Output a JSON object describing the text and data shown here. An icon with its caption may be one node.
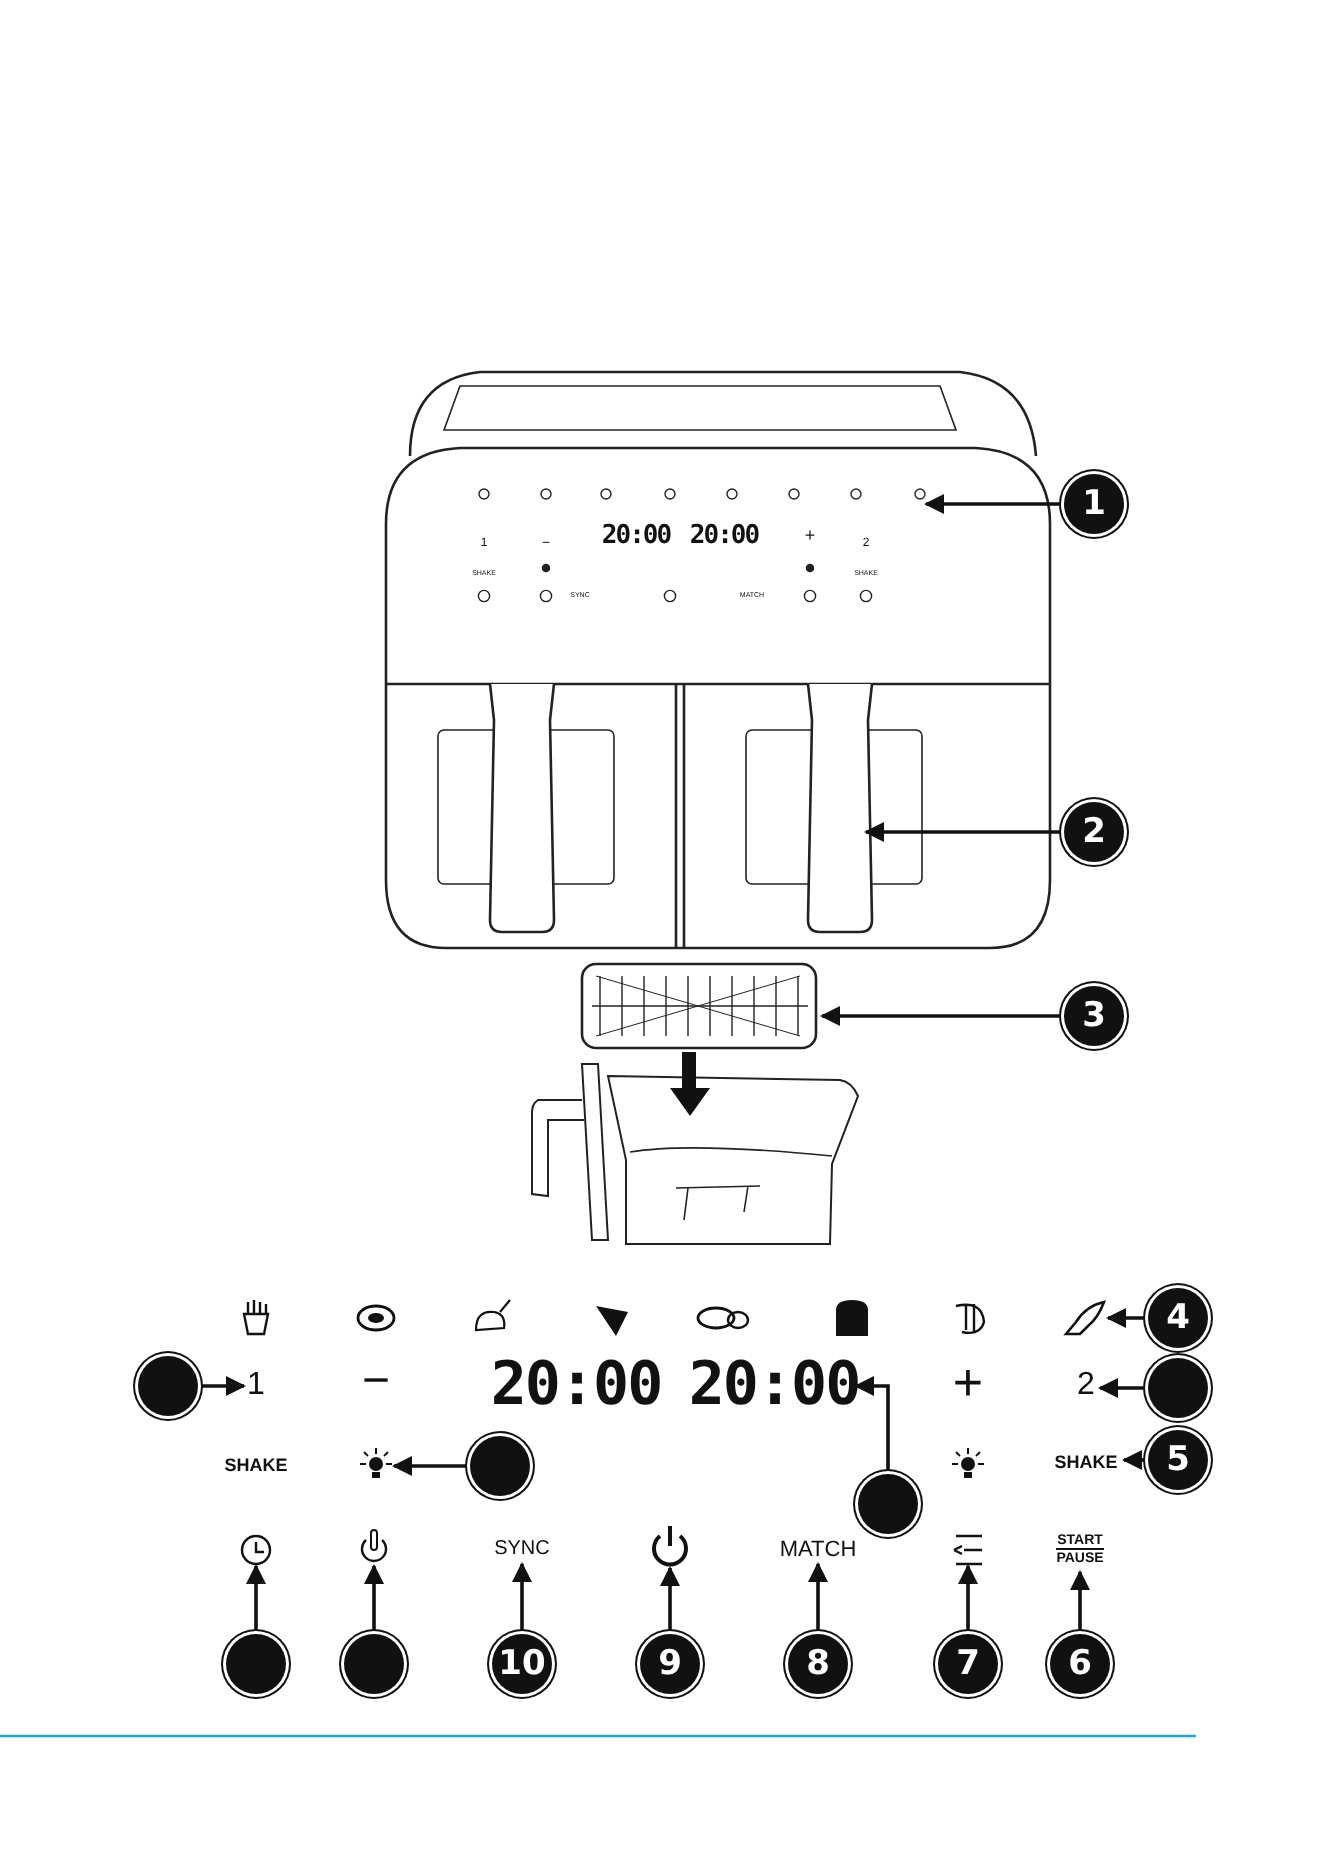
{
  "diagram": {
    "nodes": [
      {
        "text": [
          "1"
        ]
      },
      {
        "text": [
          "2"
        ]
      },
      {
        "text": [
          "3"
        ]
      },
      {
        "text": [],
        "shape": "picture"
      },
      {
        "text": [
          "4"
        ]
      },
      {
        "text": [],
        "shape": "circle"
      },
      {
        "text": [
          "1"
        ]
      },
      {
        "text": [
          "20:00"
        ]
      },
      {
        "text": [
          "2"
        ]
      },
      {
        "text": [],
        "shape": "circle"
      },
      {
        "text": [],
        "shape": "picture"
      },
      {
        "text": [],
        "shape": "circle"
      },
      {
        "text": [
          "SHAKE"
        ]
      },
      {
        "text": [
          "5"
        ]
      },
      {
        "text": [],
        "shape": "circle"
      },
      {
        "text": [],
        "shape": "picture"
      },
      {
        "text": [],
        "shape": "picture"
      },
      {
        "text": [
          "SYNC"
        ]
      },
      {
        "text": [],
        "shape": "picture"
      },
      {
        "text": [
          "MATCH"
        ]
      },
      {
        "text": [],
        "shape": "picture"
      },
      {
        "text": [
          "START",
          "PAUSE"
        ]
      },
      {
        "text": [],
        "shape": "circle"
      },
      {
        "text": [],
        "shape": "circle"
      },
      {
        "text": [
          "10"
        ]
      },
      {
        "text": [
          "9"
        ]
      },
      {
        "text": [
          "8"
        ]
      },
      {
        "text": [
          "7"
        ]
      },
      {
        "text": [
          "6"
        ]
      }
    ],
    "edges": [
      {
        "from": 0,
        "to": null,
        "arrow": "to"
      },
      {
        "from": 1,
        "to": null,
        "arrow": "to"
      },
      {
        "from": 2,
        "to": null,
        "arrow": "to"
      },
      {
        "from": 4,
        "to": 3,
        "arrow": "to"
      },
      {
        "from": 5,
        "to": 6,
        "arrow": "to"
      },
      {
        "from": 9,
        "to": 8,
        "arrow": "to"
      },
      {
        "from": 11,
        "to": 10,
        "arrow": "to"
      },
      {
        "from": 13,
        "to": 12,
        "arrow": "to"
      },
      {
        "from": 14,
        "to": 7,
        "arrow": "to"
      },
      {
        "from": 22,
        "to": 15,
        "arrow": "to"
      },
      {
        "from": 23,
        "to": 16,
        "arrow": "to"
      },
      {
        "from": 24,
        "to": 17,
        "arrow": "to"
      },
      {
        "from": 25,
        "to": 18,
        "arrow": "to"
      },
      {
        "from": 26,
        "to": 19,
        "arrow": "to"
      },
      {
        "from": 27,
        "to": 20,
        "arrow": "to"
      },
      {
        "from": 28,
        "to": 21,
        "arrow": "to"
      }
    ],
    "labels": [
      "1",
      "−",
      "20:00",
      "20:00",
      "+",
      "2",
      "SHAKE",
      "SHAKE",
      "SYNC",
      "MATCH",
      "−",
      "20:00",
      "+",
      "SHAKE"
    ]
  }
}
